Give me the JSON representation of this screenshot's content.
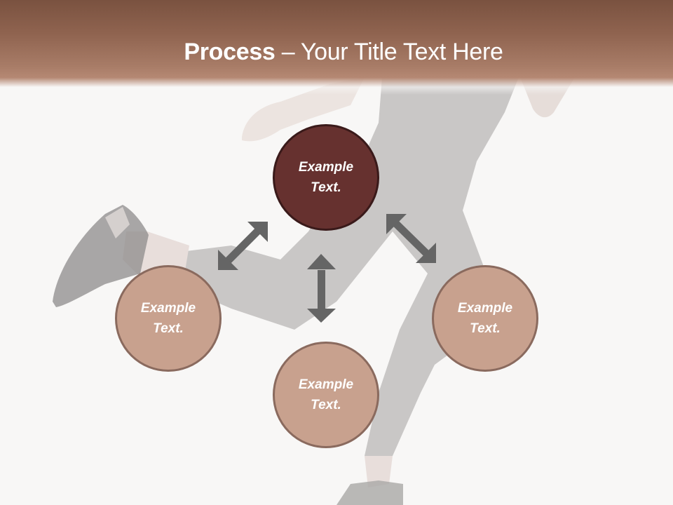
{
  "slide": {
    "title_bold": "Process",
    "title_rest": " – Your Title Text Here",
    "colors": {
      "header_top": "#7a5240",
      "header_bottom": "#b58873",
      "background": "#f8f7f6",
      "center_circle_fill": "#66312f",
      "center_circle_border": "#3a1a1a",
      "outer_circle_fill": "#c8a18e",
      "outer_circle_border": "#8a6a5e",
      "arrow": "#656565",
      "runner_silhouette": "#c9c7c6"
    }
  },
  "diagram": {
    "center": {
      "line1": "Example",
      "line2": "Text."
    },
    "nodes": [
      {
        "position": "left",
        "line1": "Example",
        "line2": "Text."
      },
      {
        "position": "bottom",
        "line1": "Example",
        "line2": "Text."
      },
      {
        "position": "right",
        "line1": "Example",
        "line2": "Text."
      }
    ],
    "arrows": [
      {
        "type": "double-arrow",
        "direction": "diagonal",
        "between": "center-left"
      },
      {
        "type": "double-arrow",
        "direction": "vertical",
        "between": "center-bottom"
      },
      {
        "type": "double-arrow",
        "direction": "diagonal",
        "between": "center-right"
      }
    ]
  },
  "background_image": {
    "subject": "runner-silhouette"
  }
}
